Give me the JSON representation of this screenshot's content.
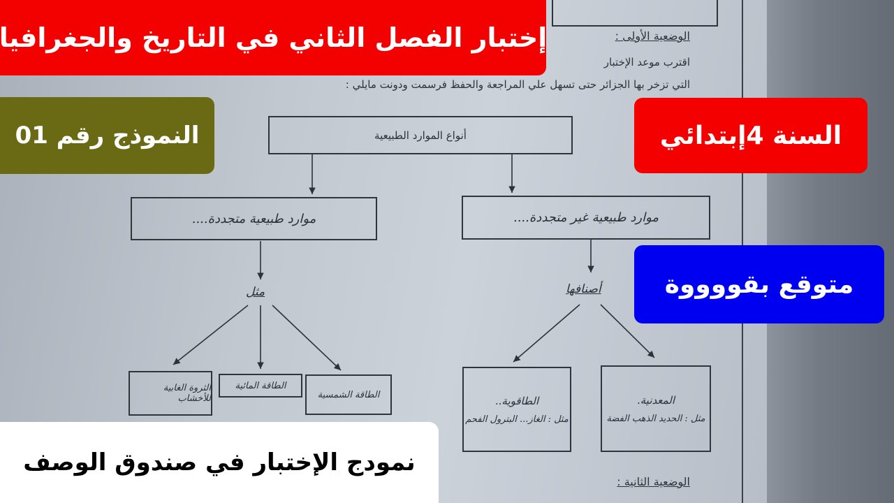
{
  "doc": {
    "situation1_title": "الوضعية الأولى :",
    "intro_line1": "اقترب موعد الإختبار",
    "intro_line2": "التي تزخر بها الجزائر حتى تسهل علي المراجعة والحفظ فرسمت ودونت مايلي :",
    "diagram_root": "أنواع الموارد الطبيعية",
    "branch_renewable": "موارد طبيعية متجددة....",
    "branch_nonrenewable": "موارد طبيعية غير متجددة....",
    "label_examples": "مثل",
    "label_types": "أصنافها",
    "leaf_solar": "الطاقة الشمسية",
    "leaf_hydro": "الطاقة المائية",
    "leaf_forest": "الثروة الغابية للأخشاب",
    "leaf_energy": "الطاقوية..",
    "leaf_energy_ex": "مثل : الغاز... البترول الفحم",
    "leaf_mineral": "المعدنية.",
    "leaf_mineral_ex": "مثل : الحديد الذهب الفضة",
    "situation2_title": "الوضعية الثانية :"
  },
  "banners": {
    "title": "إختبار الفصل الثاني في التاريخ والجغرافيا",
    "model": "النموذج رقم 01",
    "year": "السنة 4إبتدائي",
    "expected": "متوقع بقووووة",
    "description": "نمودج الإختبار في صندوق الوصف"
  },
  "colors": {
    "red": "#f30000",
    "olive": "#6a6a14",
    "blue": "#0000f0",
    "white": "#ffffff"
  }
}
